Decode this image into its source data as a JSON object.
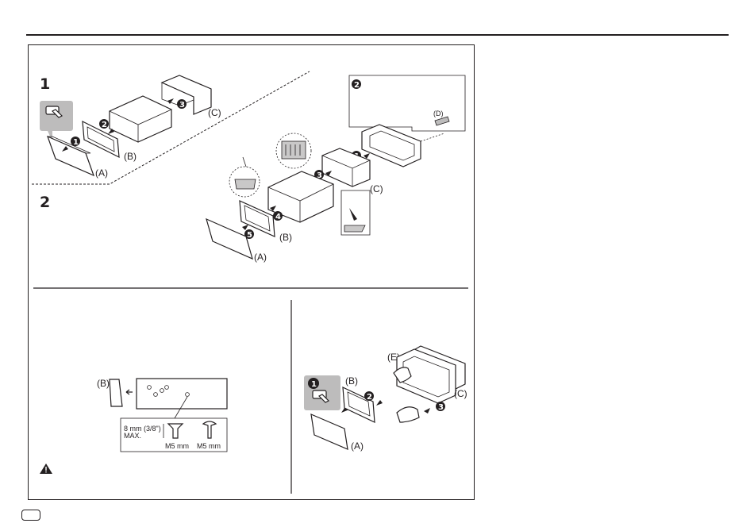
{
  "section1": {
    "step_number": "1"
  },
  "section2": {
    "step_number": "2"
  },
  "labels": {
    "A": "(A)",
    "B": "(B)",
    "C": "(C)",
    "D": "(D)",
    "E": "(E)"
  },
  "callouts": [
    "1",
    "2",
    "3",
    "4",
    "5"
  ],
  "screw_spec": {
    "max_line1": "8 mm (3/8\")",
    "max_line2": "MAX.",
    "screw1": "M5 mm",
    "screw2": "M5 mm"
  },
  "icons": [
    "warning-icon",
    "hand-press-icon",
    "step-callout-icon"
  ],
  "colors": {
    "ink": "#231f20",
    "panel_gray": "#bdbcbc",
    "inset_gray": "#c9c8c8"
  }
}
